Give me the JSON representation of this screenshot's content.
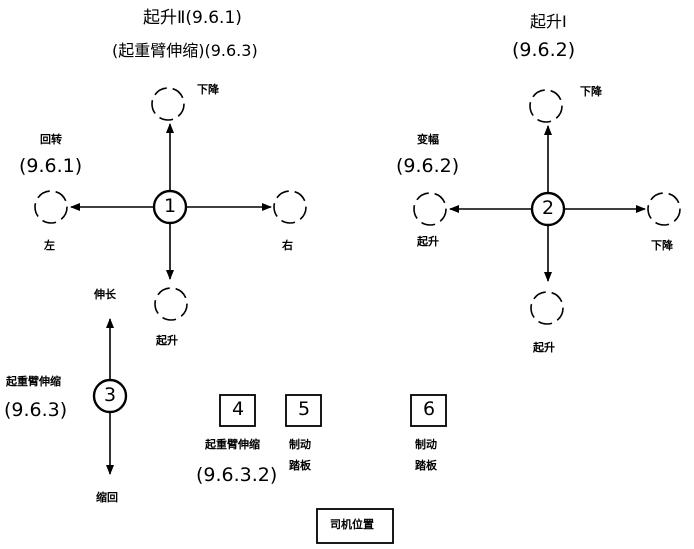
{
  "controls": {
    "c1": {
      "number": "1",
      "top_label": "起升Ⅱ(9.6.1)",
      "top_label_2": "(起重臂伸缩)(9.6.3)",
      "up_label": "下降",
      "left_label_title": "回转",
      "left_label_ref": "(9.6.1)",
      "left_bottom": "左",
      "right_bottom": "右",
      "down_label": "起升"
    },
    "c2": {
      "number": "2",
      "top_title": "起升Ⅰ",
      "top_ref": "(9.6.2)",
      "up_label": "下降",
      "left_title": "变幅",
      "left_ref": "(9.6.2)",
      "left_bottom": "起升",
      "right_bottom": "下降",
      "down_label": "起升"
    },
    "c3": {
      "number": "3",
      "up_label": "伸长",
      "left_title": "起重臂伸缩",
      "left_ref": "(9.6.3)",
      "down_label": "缩回"
    },
    "p4": {
      "number": "4",
      "label": "起重臂伸缩",
      "ref": "(9.6.3.2)"
    },
    "p5": {
      "number": "5",
      "label_1": "制动",
      "label_2": "踏板"
    },
    "p6": {
      "number": "6",
      "label_1": "制动",
      "label_2": "踏板"
    },
    "seat": {
      "label": "司机位置"
    }
  }
}
